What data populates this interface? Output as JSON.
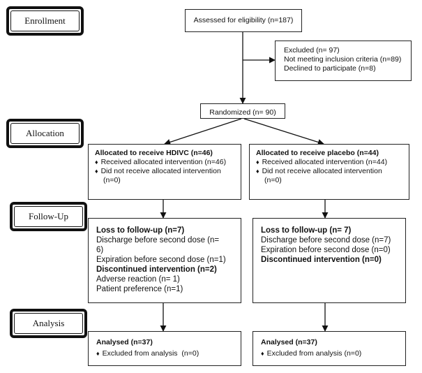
{
  "stages": {
    "enrollment": "Enrollment",
    "allocation": "Allocation",
    "follow_up": "Follow-Up",
    "analysis": "Analysis"
  },
  "enrollment": {
    "assessed": "Assessed for eligibility (n=187)",
    "excluded": {
      "title": "Excluded (n= 97)",
      "items": [
        "Not meeting inclusion criteria (n=89)",
        "Declined to participate (n=8)"
      ]
    },
    "randomized": "Randomized (n= 90)"
  },
  "allocation": {
    "left": {
      "title": "Allocated to receive HDIVC (n=46)",
      "received": "Received allocated intervention (n=46)",
      "not_received": "Did not receive allocated intervention",
      "not_received_n": "(n=0)"
    },
    "right": {
      "title": "Allocated to receive placebo (n=44)",
      "received": "Received allocated intervention (n=44)",
      "not_received": "Did not receive allocated intervention",
      "not_received_n": "(n=0)"
    }
  },
  "follow_up": {
    "left": {
      "loss": "Loss to follow-up (n=7)",
      "discharge": "Discharge before second dose (n=",
      "discharge_n": "6)",
      "expiration": "Expiration before second dose (n=1)",
      "discontinued": "Discontinued intervention (n=2)",
      "adverse": "Adverse reaction (n= 1)",
      "patient_pref": "Patient preference (n=1)"
    },
    "right": {
      "loss": "Loss to follow-up (n= 7)",
      "discharge": "Discharge before second dose (n=7)",
      "expiration": "Expiration before second dose (n=0)",
      "discontinued": "Discontinued intervention (n=0)"
    }
  },
  "analysis": {
    "left": {
      "title": "Analysed (n=37)",
      "excluded": "Excluded from analysis  (n=0)"
    },
    "right": {
      "title": "Analysed (n=37)",
      "excluded": "Excluded from analysis (n=0)"
    }
  }
}
